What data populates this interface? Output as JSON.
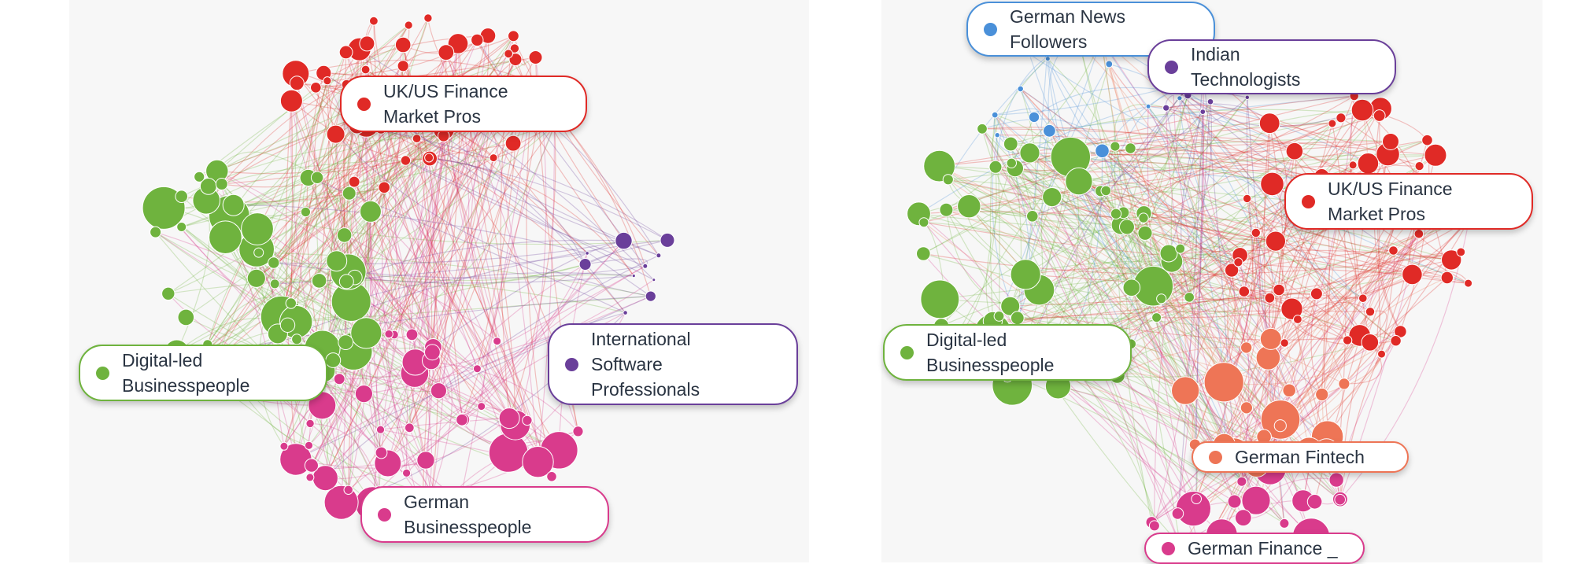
{
  "colors": {
    "finance": "#e02a26",
    "digital": "#6fb33e",
    "german": "#d93b8c",
    "software": "#6a3f9a",
    "news": "#4a90d9",
    "fintech": "#ee7556"
  },
  "left_network": {
    "labels": [
      {
        "id": "uk-us-finance",
        "text": "UK/US Finance\nMarket Pros",
        "color": "finance"
      },
      {
        "id": "digital-led",
        "text": "Digital-led\nBusinesspeople",
        "color": "digital"
      },
      {
        "id": "international-software",
        "text": "International\nSoftware\nProfessionals",
        "color": "software"
      },
      {
        "id": "german-businesspeople",
        "text": "German\nBusinesspeople",
        "color": "german"
      }
    ]
  },
  "right_network": {
    "labels": [
      {
        "id": "german-news",
        "text": "German News\nFollowers",
        "color": "news"
      },
      {
        "id": "indian-technologists",
        "text": "Indian\nTechnologists",
        "color": "software"
      },
      {
        "id": "uk-us-finance",
        "text": "UK/US Finance\nMarket Pros",
        "color": "finance"
      },
      {
        "id": "digital-led",
        "text": "Digital-led\nBusinesspeople",
        "color": "digital"
      },
      {
        "id": "german-fintech",
        "text": "German Fintech",
        "color": "fintech"
      },
      {
        "id": "german-finance",
        "text": "German Finance _",
        "color": "german"
      }
    ]
  }
}
